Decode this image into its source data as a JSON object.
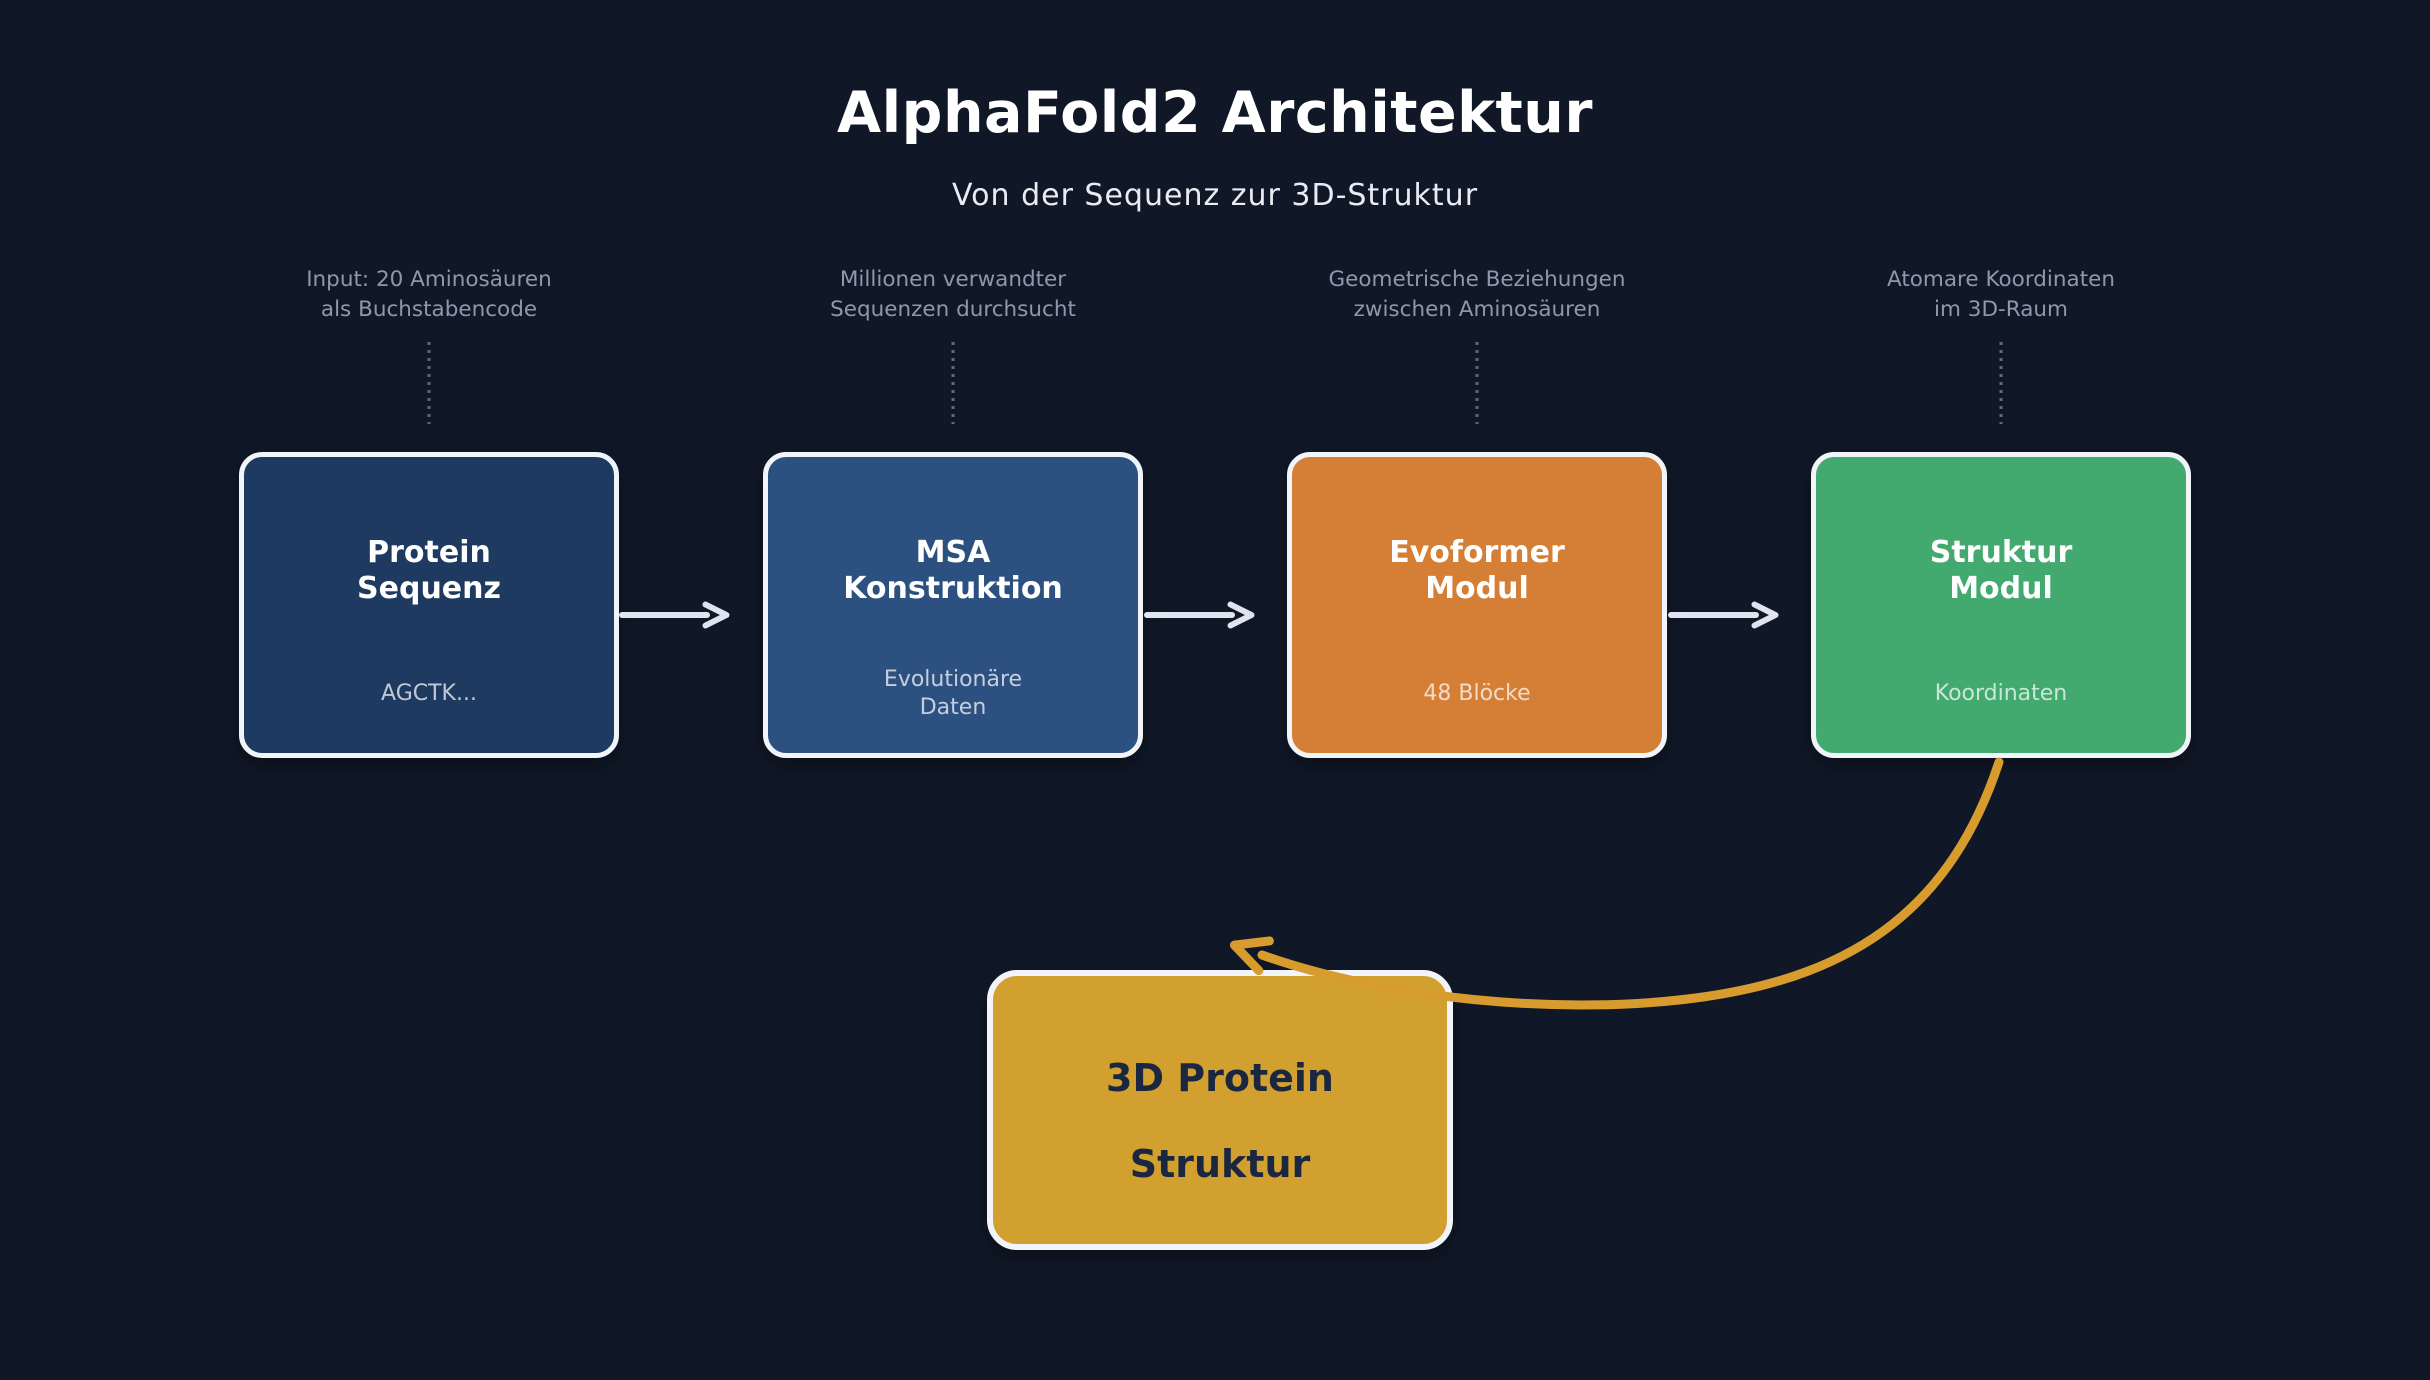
{
  "title": "AlphaFold2 Architektur",
  "subtitle": "Von der Sequenz zur 3D-Struktur",
  "stages": [
    {
      "annotation": "Input: 20 Aminosäuren\nals Buchstabencode",
      "title": "Protein\nSequenz",
      "subtitle": "AGCTK...",
      "color": "#1e3a60"
    },
    {
      "annotation": "Millionen verwandter\nSequenzen durchsucht",
      "title": "MSA\nKonstruktion",
      "subtitle": "Evolutionäre\nDaten",
      "color": "#2c5180"
    },
    {
      "annotation": "Geometrische Beziehungen\nzwischen Aminosäuren",
      "title": "Evoformer\nModul",
      "subtitle": "48 Blöcke",
      "color": "#d57f36"
    },
    {
      "annotation": "Atomare Koordinaten\nim 3D-Raum",
      "title": "Struktur\nModul",
      "subtitle": "Koordinaten",
      "color": "#42a96f"
    }
  ],
  "result_box": {
    "line1": "3D Protein",
    "line2": "Struktur",
    "color": "#d2a02e"
  },
  "colors": {
    "background": "#101827",
    "box_border": "#f1f4f9",
    "flow_arrow": "#dfe5ee",
    "feedback_arrow": "#d89c2e",
    "annotation_text": "#8d99ab",
    "dotted_connector": "#5d6a7e",
    "result_text": "#1b2740"
  }
}
